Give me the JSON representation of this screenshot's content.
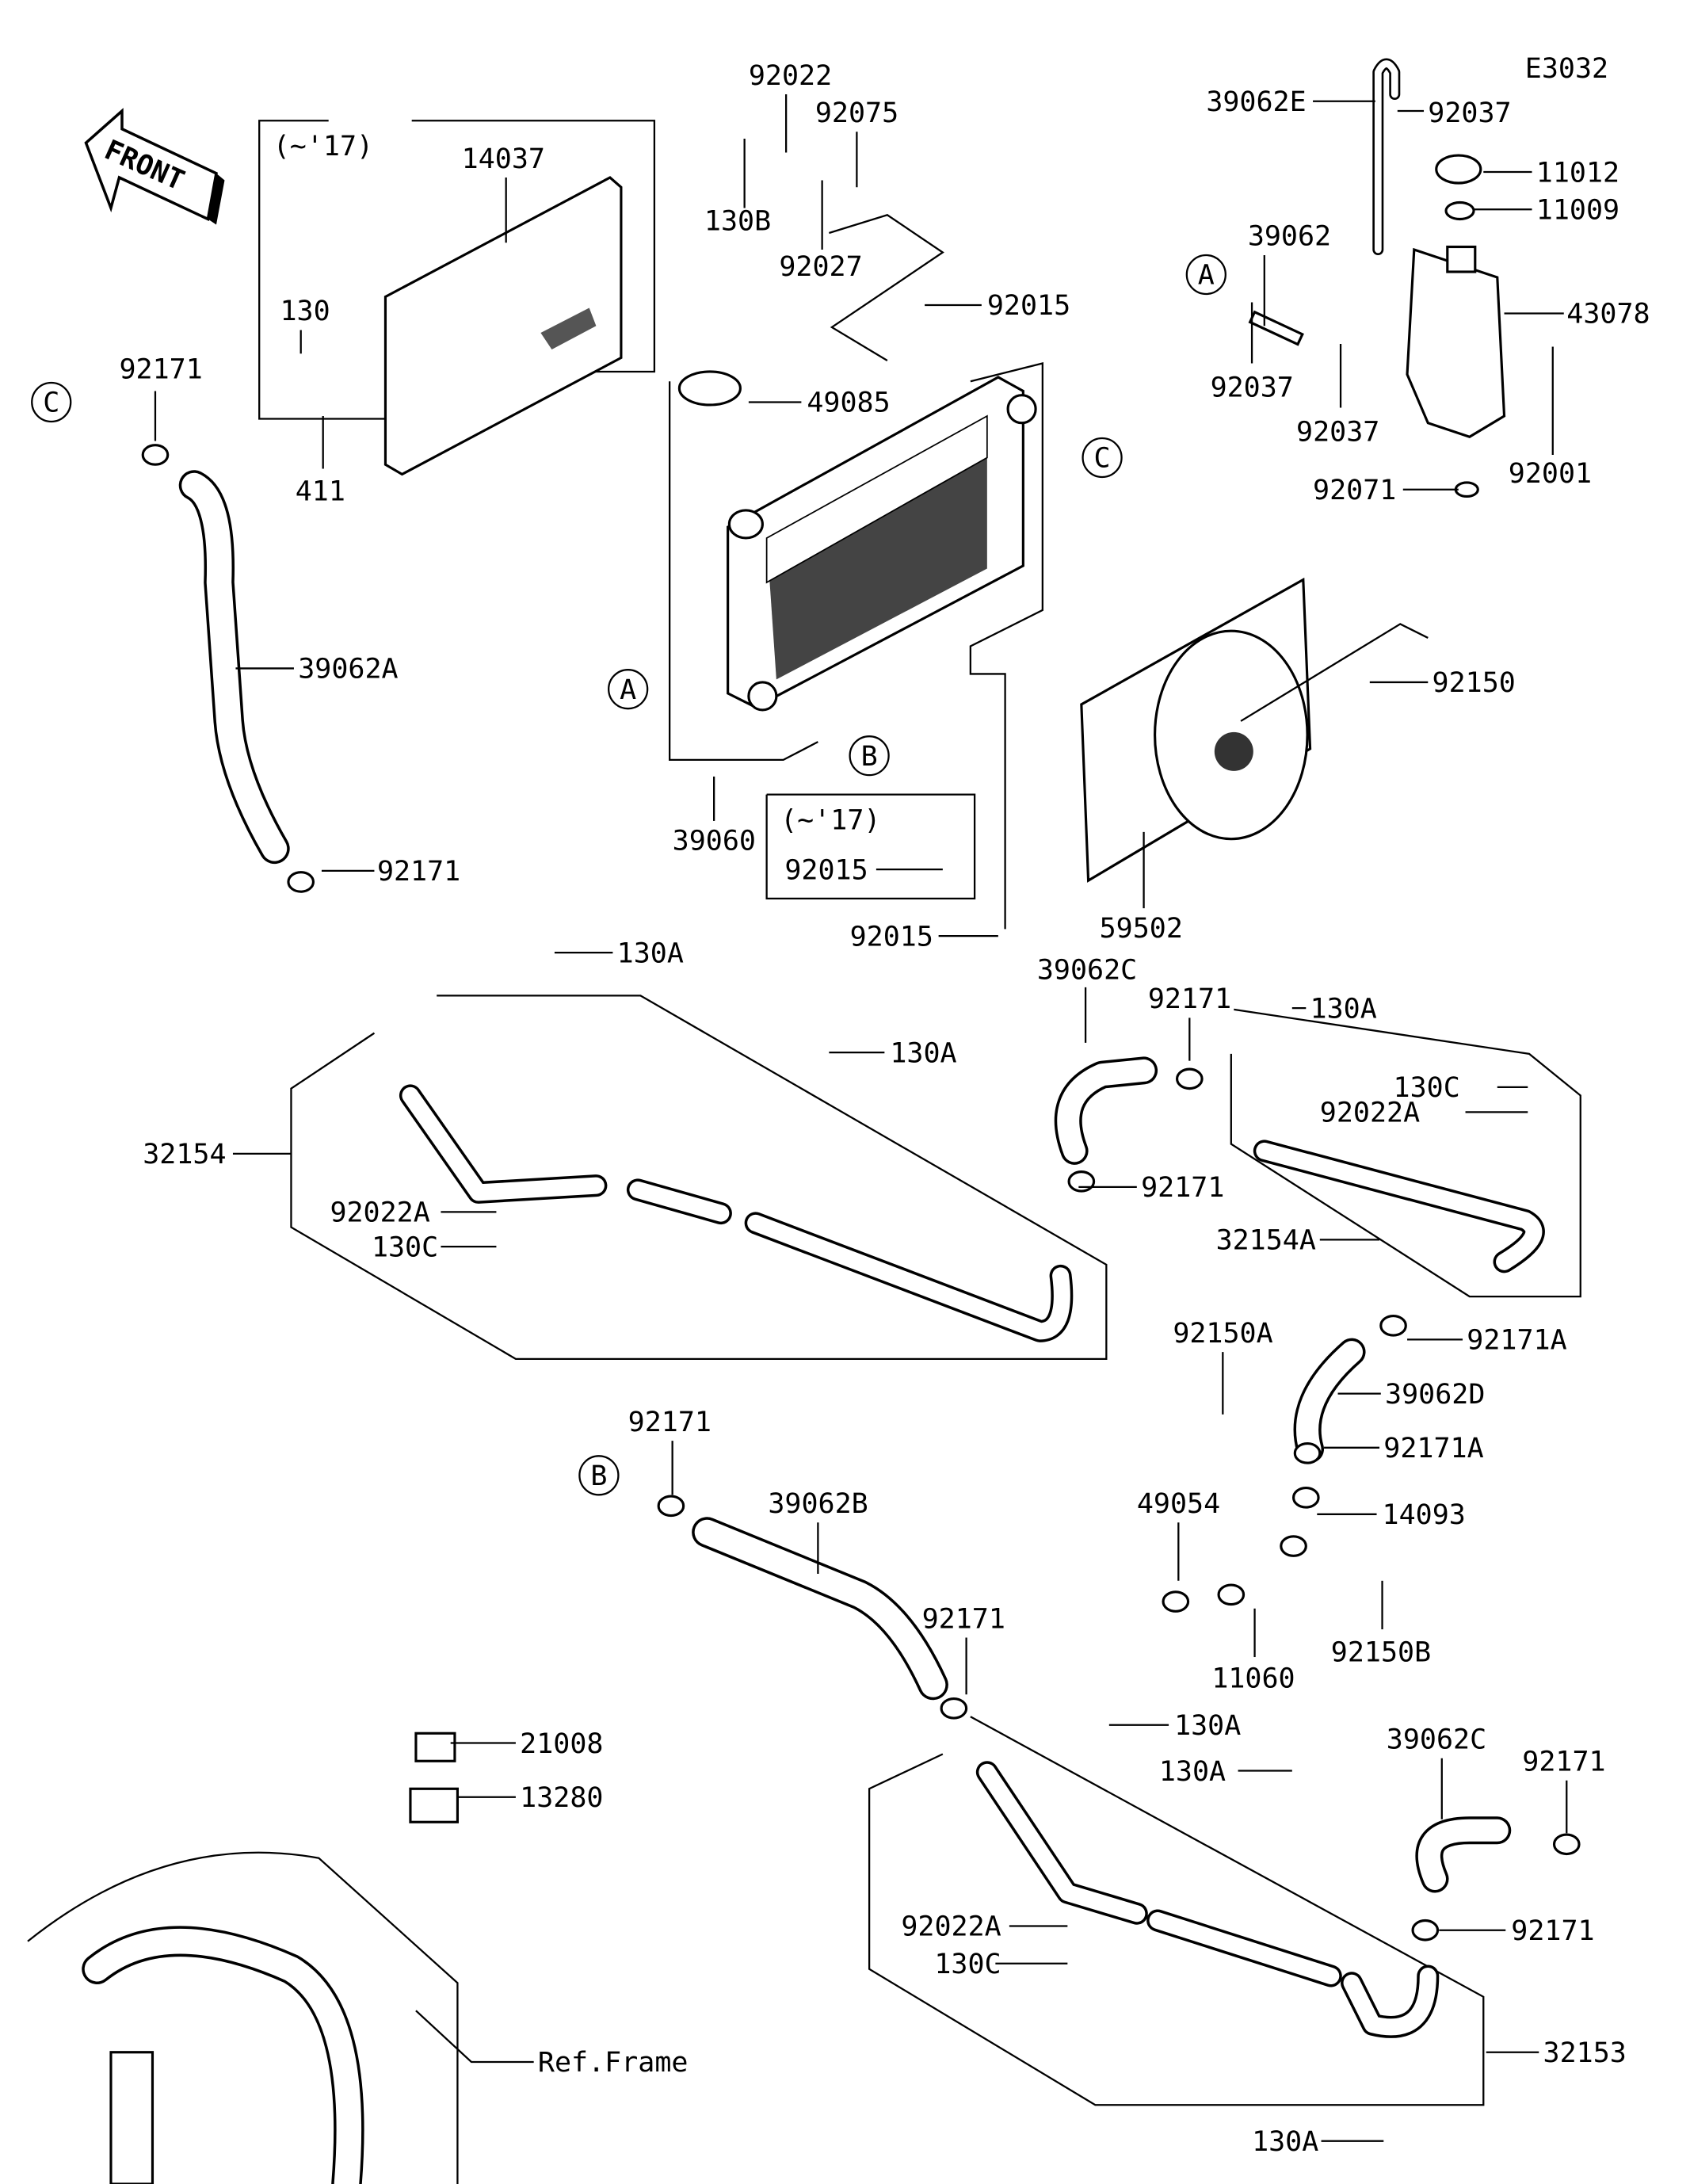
{
  "diagram": {
    "code": "E3032",
    "front_logo": "FRONT",
    "callouts": [
      "A",
      "B",
      "C"
    ],
    "labels": [
      "39062E",
      "92037",
      "11012",
      "11009",
      "39062",
      "43078",
      "92037",
      "92037",
      "92001",
      "92071",
      "92022",
      "92075",
      "130B",
      "92027",
      "14037",
      "(~'17)",
      "130",
      "411",
      "92015",
      "49085",
      "92171",
      "39062A",
      "92150",
      "39060",
      "(~'17)",
      "92015",
      "59502",
      "92015",
      "92171",
      "130A",
      "39062C",
      "92171",
      "130A",
      "130A",
      "130C",
      "92022A",
      "32154",
      "92171",
      "92022A",
      "130C",
      "32154A",
      "92171A",
      "92150A",
      "39062D",
      "92171",
      "92171A",
      "39062B",
      "49054",
      "14093",
      "92171",
      "92150B",
      "11060",
      "21008",
      "130A",
      "39062C",
      "92171",
      "130A",
      "13280",
      "92022A",
      "92171",
      "130C",
      "Ref.Frame",
      "32153",
      "130A"
    ]
  }
}
